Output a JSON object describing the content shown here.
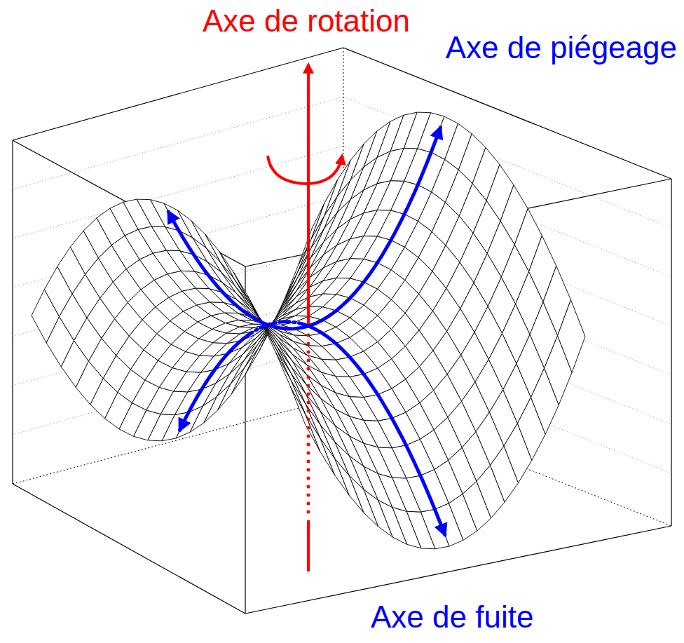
{
  "diagram": {
    "labels": [
      "Axe de rotation",
      "Axe de piégeage",
      "Axe de fuite"
    ]
  }
}
